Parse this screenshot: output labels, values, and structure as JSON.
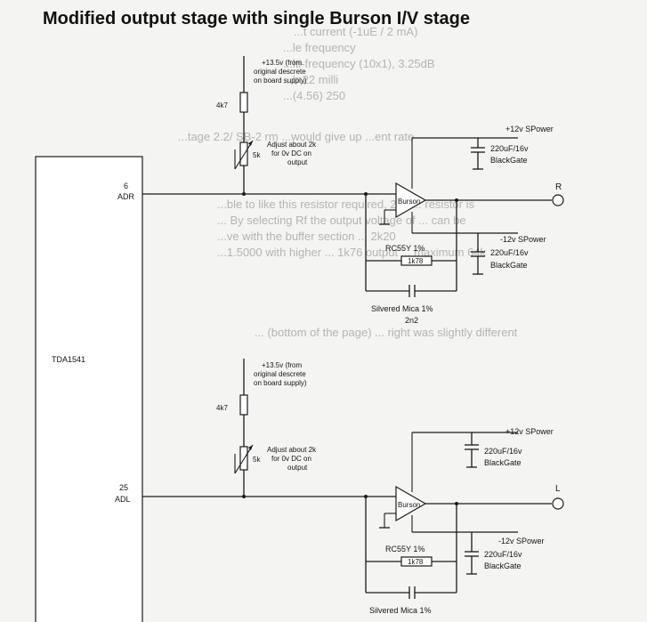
{
  "title": "Modified output stage with single Burson I/V stage",
  "chip": {
    "name": "TDA1541",
    "pin_r_num": "6",
    "pin_r_name": "ADR",
    "pin_l_num": "25",
    "pin_l_name": "ADL"
  },
  "channels": {
    "top": {
      "supply_1": "+13.5v (from",
      "supply_2": "original descrete",
      "supply_3": "on board supply)",
      "resistor": "4k7",
      "trim": "5k",
      "adjust_1": "Adjust about 2k",
      "adjust_2": "for 0v DC on",
      "adjust_3": "output",
      "opamp": "Burson",
      "pos_power": "+12v SPower",
      "pos_cap_1": "220uF/16v",
      "pos_cap_2": "BlackGate",
      "neg_power": "-12v SPower",
      "neg_cap_1": "220uF/16v",
      "neg_cap_2": "BlackGate",
      "fb_res_type": "RC55Y 1%",
      "fb_res_val": "1k78",
      "fb_cap_type": "Silvered Mica 1%",
      "fb_cap_val": "2n2",
      "output": "R"
    },
    "bottom": {
      "supply_1": "+13.5v (from",
      "supply_2": "original descrete",
      "supply_3": "on board supply)",
      "resistor": "4k7",
      "trim": "5k",
      "adjust_1": "Adjust about 2k",
      "adjust_2": "for 0v DC on",
      "adjust_3": "output",
      "opamp": "Burson",
      "pos_power": "+12v SPower",
      "pos_cap_1": "220uF/16v",
      "pos_cap_2": "BlackGate",
      "neg_power": "-12v SPower",
      "neg_cap_1": "220uF/16v",
      "neg_cap_2": "BlackGate",
      "fb_res_type": "RC55Y 1%",
      "fb_res_val": "1k78",
      "fb_cap_type": "Silvered Mica 1%",
      "output": "L"
    }
  },
  "background_text": [
    "...t current (-1uE / 2 mA)",
    "...le frequency",
    "...lti-frequency (10x1), 3.25dB",
    "...b.22 milli",
    "...(4.56) 250",
    "...tage   2.2/ SB-2 rm ...would give up ...ent rate",
    "...ble to like this resistor required, 20k ... resistor is",
    "... By selecting Rf the output voltage of ... can be",
    "...ve with the buffer section ... 2k20",
    "...1.5000 with higher ... 1k76 output ... maximum 64k",
    "... (bottom of the page) ... right was slightly different"
  ]
}
